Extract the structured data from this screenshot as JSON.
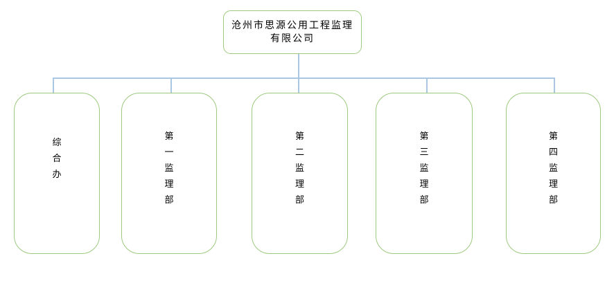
{
  "org_chart": {
    "root": {
      "name": "沧州市思源公用工程监理有限公司",
      "line1": "沧州市思源公用工程监理",
      "line2": "有限公司"
    },
    "departments": [
      {
        "label": "综合办"
      },
      {
        "label": "第一监理部"
      },
      {
        "label": "第二监理部"
      },
      {
        "label": "第三监理部"
      },
      {
        "label": "第四监理部"
      }
    ],
    "colors": {
      "box_border": "#9cc97e",
      "connector": "#a9c7e3",
      "text": "#000000",
      "background": "#ffffff"
    }
  }
}
